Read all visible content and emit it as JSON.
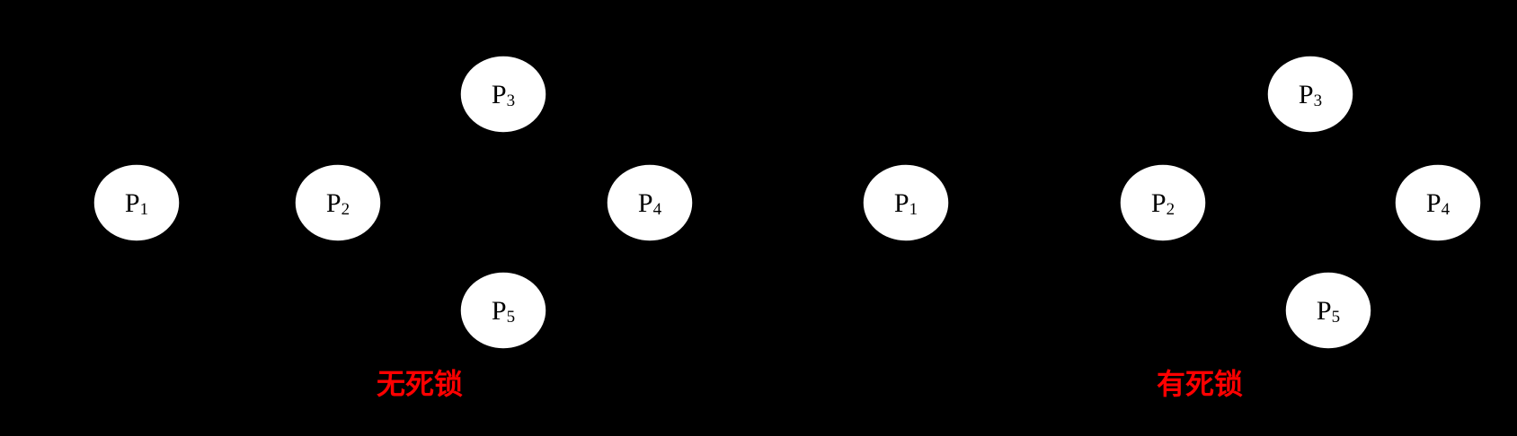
{
  "colors": {
    "background": "#000000",
    "node_fill": "#ffffff",
    "node_text": "#000000",
    "caption": "#ff0000"
  },
  "diagrams": [
    {
      "caption": "无死锁",
      "nodes": [
        {
          "id": "p1",
          "label": "P",
          "sub": "1"
        },
        {
          "id": "p2",
          "label": "P",
          "sub": "2"
        },
        {
          "id": "p3",
          "label": "P",
          "sub": "3"
        },
        {
          "id": "p4",
          "label": "P",
          "sub": "4"
        },
        {
          "id": "p5",
          "label": "P",
          "sub": "5"
        }
      ]
    },
    {
      "caption": "有死锁",
      "nodes": [
        {
          "id": "p1",
          "label": "P",
          "sub": "1"
        },
        {
          "id": "p2",
          "label": "P",
          "sub": "2"
        },
        {
          "id": "p3",
          "label": "P",
          "sub": "3"
        },
        {
          "id": "p4",
          "label": "P",
          "sub": "4"
        },
        {
          "id": "p5",
          "label": "P",
          "sub": "5"
        }
      ]
    }
  ]
}
